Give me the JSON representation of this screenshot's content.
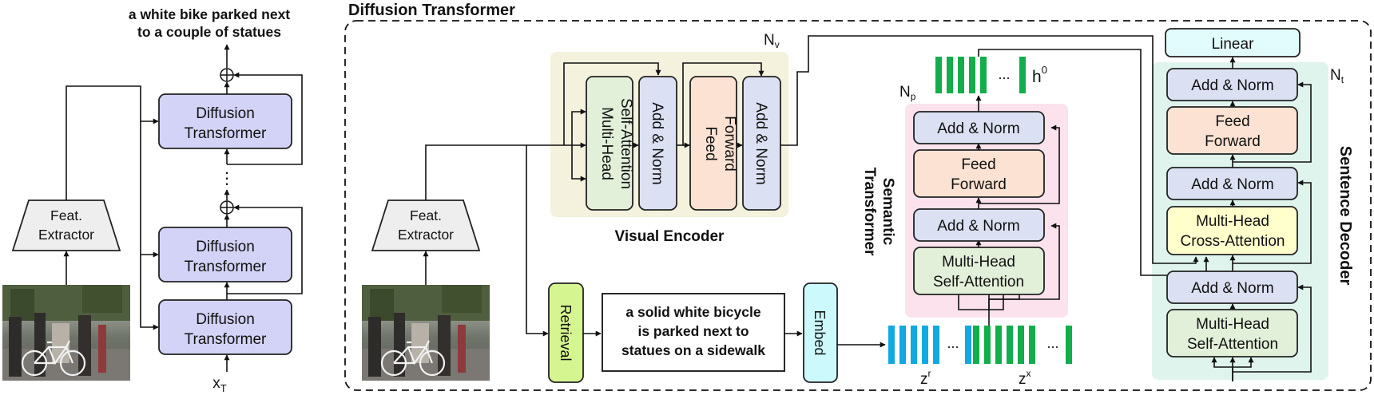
{
  "left_panel": {
    "caption_line1": "a white bike parked next",
    "caption_line2": "to a couple of statues",
    "dt_line1": "Diffusion",
    "dt_line2": "Transformer",
    "ellipsis": "⋮",
    "xt_var": "x",
    "xt_sub": "T",
    "feat_line1": "Feat.",
    "feat_line2": "Extractor"
  },
  "main_panel": {
    "title": "Diffusion Transformer",
    "feat_line1": "Feat.",
    "feat_line2": "Extractor",
    "retrieval": "Retrieval",
    "retrieved_line1": "a solid white bicycle",
    "retrieved_line2": "is parked next to",
    "retrieved_line3": "statues on a sidewalk",
    "embed": "Embed",
    "zr_var": "z",
    "zr_sup": "r",
    "zx_var": "z",
    "zx_sup": "x",
    "h0_var": "h",
    "h0_sup": "0",
    "dots": "...",
    "visual_encoder": {
      "title": "Visual Encoder",
      "repeat_var": "N",
      "repeat_sub": "v",
      "mhsa_line1": "Multi-Head",
      "mhsa_line2": "Self-Attention",
      "add_norm": "Add & Norm",
      "ff_line1": "Feed",
      "ff_line2": "Forward"
    },
    "semantic_transformer": {
      "title_line1": "Semantic",
      "title_line2": "Transformer",
      "repeat_var": "N",
      "repeat_sub": "p",
      "add_norm": "Add & Norm",
      "ff_line1": "Feed",
      "ff_line2": "Forward",
      "mhsa_line1": "Multi-Head",
      "mhsa_line2": "Self-Attention"
    },
    "sentence_decoder": {
      "title": "Sentence Decoder",
      "repeat_var": "N",
      "repeat_sub": "t",
      "linear": "Linear",
      "add_norm": "Add & Norm",
      "ff_line1": "Feed",
      "ff_line2": "Forward",
      "mhca_line1": "Multi-Head",
      "mhca_line2": "Cross-Attention",
      "mhsa_line1": "Multi-Head",
      "mhsa_line2": "Self-Attention"
    }
  },
  "colors": {
    "diffusion_block": "#d3d3f7",
    "add_norm": "#dbe1f3",
    "feed_forward": "#fbe2d2",
    "self_attention": "#e2efd9",
    "cross_attention": "#ffffcc",
    "linear": "#e2fbfd",
    "embed": "#ccf9fc",
    "retrieval": "#d4f58f",
    "feat_extractor": "#eeeeee",
    "visual_encoder_bg": "#f4f1dc",
    "semantic_bg": "#fbe2ec",
    "decoder_bg": "#dff4ec",
    "token_green": "#13ad4b",
    "token_blue": "#12a8e2"
  },
  "icons": {
    "sum_node": "circle-plus-icon",
    "photo": "street-bicycle-photo"
  }
}
